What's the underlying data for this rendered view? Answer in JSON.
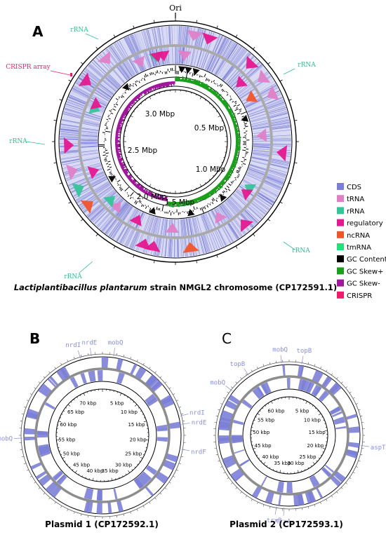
{
  "panelA": {
    "letter": "A",
    "ori_label": "Ori",
    "caption_species": "Lactiplantibacillus plantarum",
    "caption_rest": " strain NMGL2 chromosome (CP172591.1)",
    "feature_labels": [
      {
        "text": "rRNA",
        "color": "#2fbf8f",
        "kind": "rrna"
      },
      {
        "text": "CRISPR array",
        "color": "#e8216b",
        "kind": "crispr"
      },
      {
        "text": "rRNA",
        "color": "#2fbf8f",
        "kind": "rrna"
      },
      {
        "text": "rRNA",
        "color": "#2fbf8f",
        "kind": "rrna"
      },
      {
        "text": "rRNA",
        "color": "#2fbf8f",
        "kind": "rrna"
      },
      {
        "text": "rRNA",
        "color": "#2fbf8f",
        "kind": "rrna"
      }
    ],
    "scale_labels": [
      "0.5 Mbp",
      "1.0 Mbp",
      "1.5 Mbp",
      "2.0 Mbp",
      "2.5 Mbp",
      "3.0 Mbp"
    ],
    "legend": [
      {
        "label": "CDS",
        "color": "#7b7fd6"
      },
      {
        "label": "tRNA",
        "color": "#e07fc8"
      },
      {
        "label": "rRNA",
        "color": "#36c49a"
      },
      {
        "label": "regulatory",
        "color": "#e6188f"
      },
      {
        "label": "ncRNA",
        "color": "#f0552a"
      },
      {
        "label": "tmRNA",
        "color": "#22e07a"
      },
      {
        "label": "GC Content",
        "color": "#000000"
      },
      {
        "label": "GC Skew+",
        "color": "#1aa01a"
      },
      {
        "label": "GC Skew-",
        "color": "#a0169c"
      },
      {
        "label": "CRISPR",
        "color": "#ee1a6a"
      }
    ]
  },
  "panelB": {
    "letter": "B",
    "caption": "Plasmid 1 (CP172592.1)",
    "gene_labels": [
      "nrdI",
      "nrdE",
      "mobQ",
      "nrdI",
      "nrdE",
      "nrdF",
      "mobQ"
    ],
    "scale_labels": [
      "5 kbp",
      "10 kbp",
      "15 kbp",
      "20 kbp",
      "25 kbp",
      "30 kbp",
      "35 kbp",
      "40 kbp",
      "45 kbp",
      "50 kbp",
      "55 kbp",
      "60 kbp",
      "65 kbp",
      "70 kbp"
    ]
  },
  "panelC": {
    "letter": "C",
    "caption": "Plasmid 2 (CP172593.1)",
    "gene_labels": [
      "mobQ",
      "topB",
      "topB",
      "mobQ",
      "aspT",
      "trxB",
      "trxA"
    ],
    "scale_labels": [
      "5 kbp",
      "10 kbp",
      "15 kbp",
      "20 kbp",
      "25 kbp",
      "30 kbp",
      "35 kbp",
      "40 kbp",
      "45 kbp",
      "50 kbp",
      "55 kbp",
      "60 kbp"
    ]
  },
  "colors": {
    "cds": "#7b7fd6",
    "cds_light": "#b9bbee",
    "label_blue": "#8a8fd8",
    "gc_pos": "#1aa01a",
    "gc_neg": "#a0169c"
  }
}
